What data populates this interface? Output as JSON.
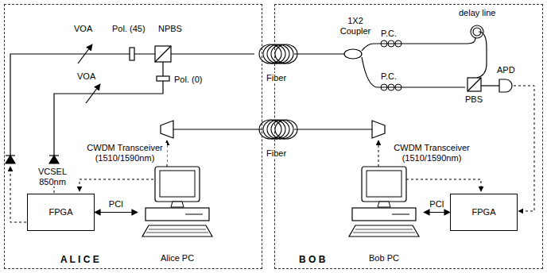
{
  "diagram": {
    "nodes": [
      {
        "text": [
          "A L I C E"
        ]
      },
      {
        "text": [
          "FPGA"
        ],
        "in": 0
      },
      {
        "text": [
          "Alice PC"
        ],
        "in": 0
      },
      {
        "text": [
          "B O B"
        ]
      },
      {
        "text": [
          "FPGA"
        ],
        "in": 3
      },
      {
        "text": [
          "Bob PC"
        ],
        "in": 3
      }
    ],
    "edges": [
      {
        "from": 1,
        "to": 2,
        "label": "PCI",
        "arrow": "both"
      },
      {
        "from": 4,
        "to": 5,
        "label": "PCI",
        "arrow": "both"
      }
    ],
    "labels": [
      "VOA",
      "Pol. (45)",
      "NPBS",
      "VOA",
      "Pol. (0)",
      "VCSEL 850nm",
      "CWDM Transceiver (1510/1590nm)",
      "Fiber",
      "Fiber",
      "1X2 Coupler",
      "P.C.",
      "P.C.",
      "delay line",
      "APD",
      "PBS",
      "CWDM Transceiver (1510/1590nm)"
    ]
  }
}
